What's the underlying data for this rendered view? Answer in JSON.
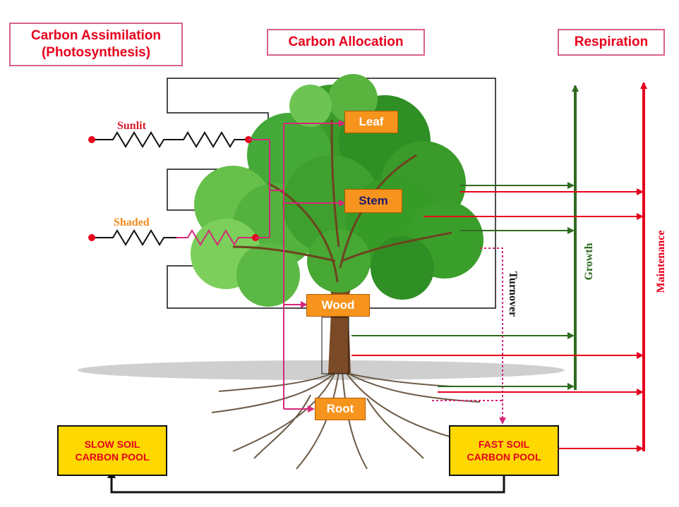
{
  "headers": {
    "assimilation_line1": "Carbon Assimilation",
    "assimilation_line2": "(Photosynthesis)",
    "allocation": "Carbon Allocation",
    "respiration": "Respiration"
  },
  "canopy": {
    "sunlit": "Sunlit",
    "shaded": "Shaded"
  },
  "organs": {
    "leaf": "Leaf",
    "stem": "Stem",
    "wood": "Wood",
    "root": "Root"
  },
  "flows": {
    "turnover": "Turnover",
    "growth": "Growth",
    "maintenance": "Maintenance"
  },
  "pools": {
    "slow_line1": "SLOW SOIL",
    "slow_line2": "CARBON POOL",
    "fast_line1": "FAST SOIL",
    "fast_line2": "CARBON POOL"
  },
  "colors": {
    "header_text": "#e8001c",
    "header_border": "#d9608f",
    "organ_fill": "#f7941d",
    "leaf_wood_root_text": "#ffffff",
    "stem_text": "#1a1a6e",
    "pool_fill": "#ffd800",
    "growth_green": "#2e6b1f",
    "maintenance_red": "#e8001c",
    "allocation_magenta": "#d6287a",
    "sunlit_text": "#d81b2c",
    "shaded_text": "#f08a1c"
  }
}
